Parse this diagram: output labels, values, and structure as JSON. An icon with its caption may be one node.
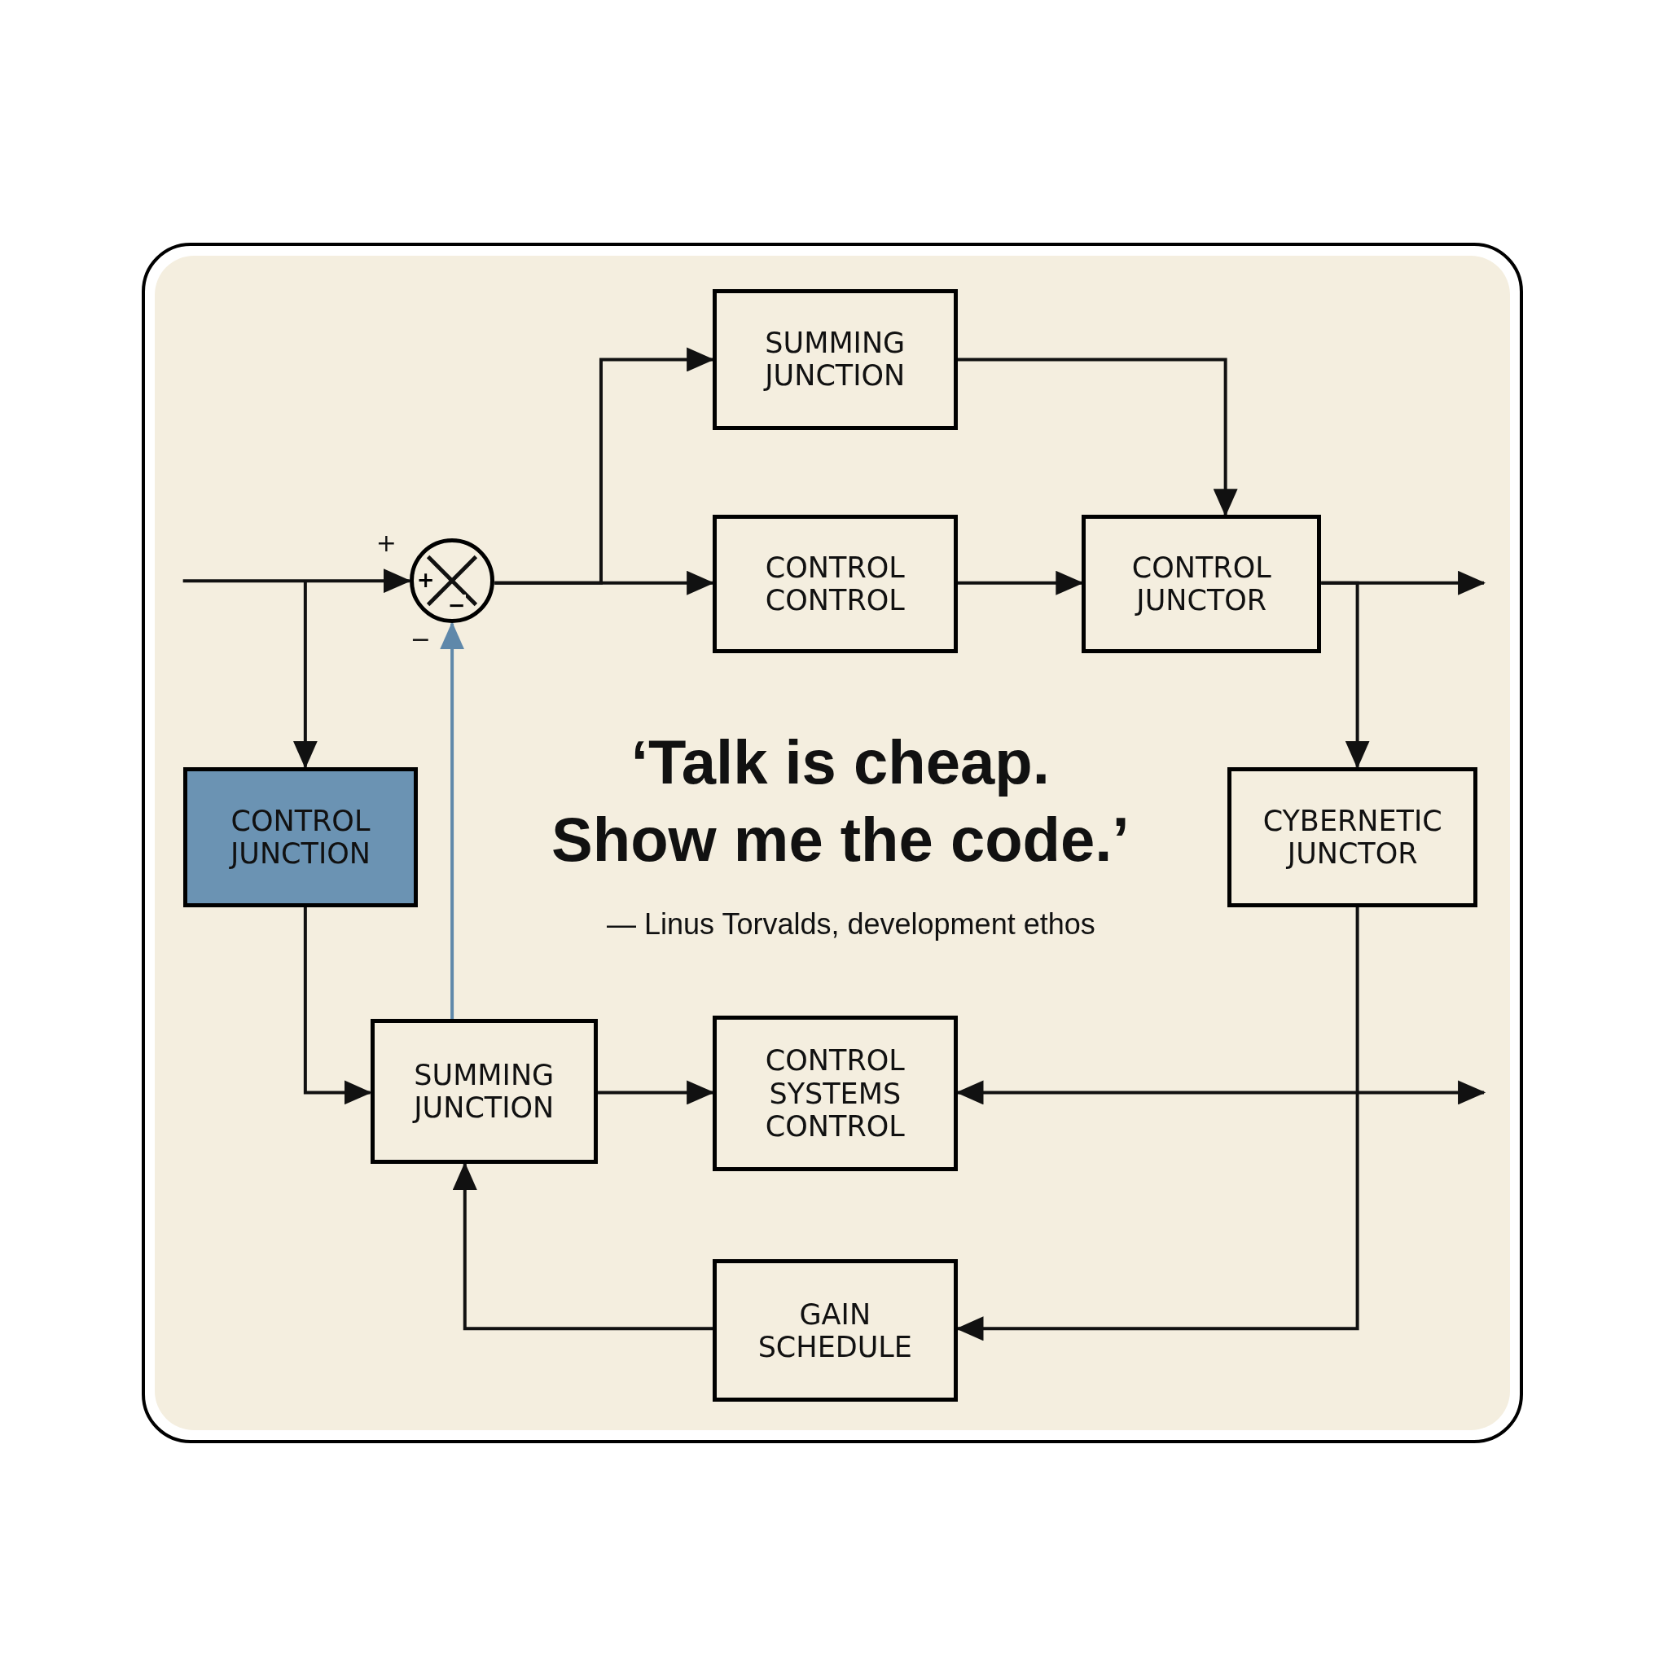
{
  "diagram": {
    "nodes": [
      {
        "text": [
          "SUMMING JUNCTION"
        ]
      },
      {
        "text": [
          "CONTROL CONTROL"
        ]
      },
      {
        "text": [
          "CONTROL JUNCTOR"
        ]
      },
      {
        "text": [
          "CONTROL JUNCTION"
        ]
      },
      {
        "text": [
          "CYBERNETIC JUNCTOR"
        ]
      },
      {
        "text": [
          "SUMMING JUNCTION"
        ]
      },
      {
        "text": [
          "CONTROL SYSTEMS CONTROL"
        ]
      },
      {
        "text": [
          "GAIN SCHEDULE"
        ]
      },
      {
        "text": [
          "+",
          "−"
        ],
        "beside": [
          "+",
          "−"
        ]
      }
    ],
    "edges": [
      {
        "from": null,
        "to": 8,
        "arrow": "to"
      },
      {
        "from": null,
        "to": 3,
        "arrow": "to"
      },
      {
        "from": 3,
        "to": 5,
        "arrow": "to"
      },
      {
        "from": 8,
        "to": 1,
        "arrow": "to"
      },
      {
        "from": 8,
        "to": 0,
        "arrow": "to"
      },
      {
        "from": 0,
        "to": 2,
        "arrow": "to"
      },
      {
        "from": 1,
        "to": 2,
        "arrow": "to"
      },
      {
        "from": 2,
        "to": null,
        "arrow": "to"
      },
      {
        "from": 2,
        "to": 4,
        "arrow": "to"
      },
      {
        "from": 5,
        "to": 8,
        "arrow": "to",
        "color": "#5f88aa"
      },
      {
        "from": 5,
        "to": 6,
        "arrow": "to"
      },
      {
        "from": 6,
        "to": null,
        "arrow": "both"
      },
      {
        "from": 4,
        "to": 7,
        "arrow": "to"
      },
      {
        "from": 7,
        "to": 5,
        "arrow": "to"
      }
    ],
    "labels": [
      "‘Talk is cheap. Show me the code.’",
      "— Linus Torvalds, development ethos"
    ]
  }
}
